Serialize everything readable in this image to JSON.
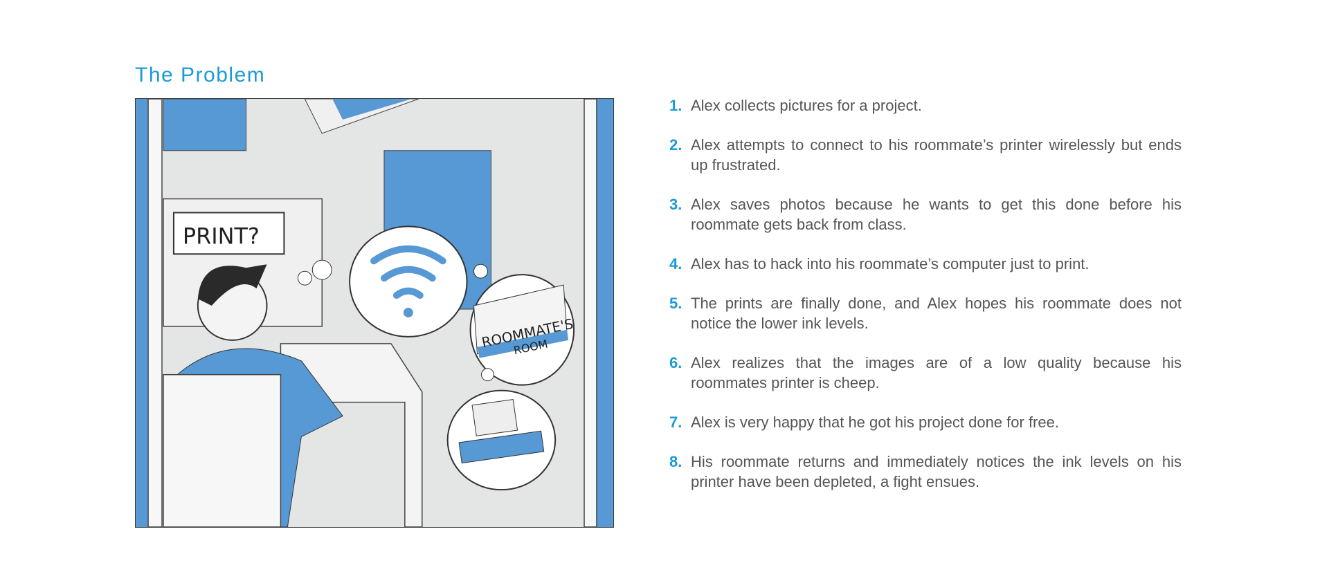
{
  "title": "The Problem",
  "illustration": {
    "sign_text": "PRINT?",
    "door_sign_line1": "ROOMMATE'S",
    "door_sign_line2": "ROOM"
  },
  "colors": {
    "accent": "#1a9ad6",
    "illustration_blue": "#5799d4",
    "text": "#555555"
  },
  "steps": [
    {
      "num": "1.",
      "text": "Alex collects pictures for a project."
    },
    {
      "num": "2.",
      "text": "Alex attempts to connect to his roommate’s printer wirelessly but ends up frustrated."
    },
    {
      "num": "3.",
      "text": "Alex saves photos because he wants to get this done before his roommate gets back from class."
    },
    {
      "num": "4.",
      "text": "Alex has to hack into his roommate’s computer just to print."
    },
    {
      "num": "5.",
      "text": "The prints are finally done, and Alex hopes his roommate does not notice the lower ink levels."
    },
    {
      "num": "6.",
      "text": "Alex realizes that the images are of a low quality because his roommates printer is cheep."
    },
    {
      "num": "7.",
      "text": "Alex is very happy that he got his project done for free."
    },
    {
      "num": "8.",
      "text": "His roommate returns and immediately notices the ink levels on his printer have been depleted, a fight ensues."
    }
  ]
}
